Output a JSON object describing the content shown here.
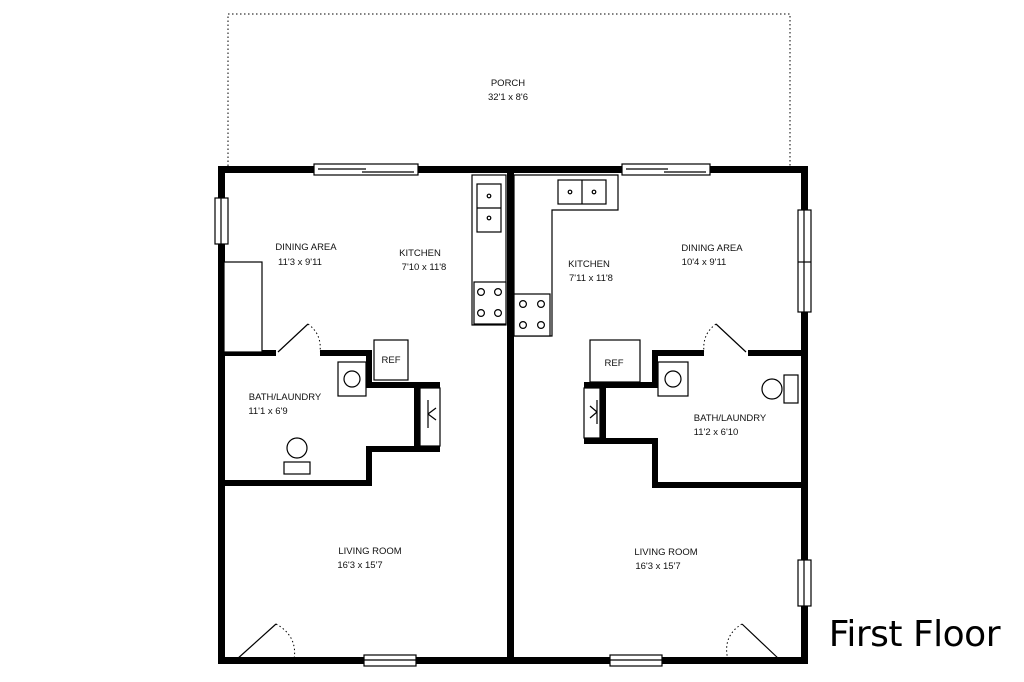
{
  "title": "First Floor",
  "porch": {
    "name": "PORCH",
    "size": "32'1 x 8'6"
  },
  "left_unit": {
    "dining": {
      "name": "DINING AREA",
      "size": "11'3 x 9'11"
    },
    "kitchen": {
      "name": "KITCHEN",
      "size": "7'10 x 11'8"
    },
    "bath": {
      "name": "BATH/LAUNDRY",
      "size": "11'1 x 6'9"
    },
    "living": {
      "name": "LIVING ROOM",
      "size": "16'3 x 15'7"
    },
    "ref": "REF"
  },
  "right_unit": {
    "dining": {
      "name": "DINING AREA",
      "size": "10'4 x 9'11"
    },
    "kitchen": {
      "name": "KITCHEN",
      "size": "7'11 x 11'8"
    },
    "bath": {
      "name": "BATH/LAUNDRY",
      "size": "11'2 x 6'10"
    },
    "living": {
      "name": "LIVING ROOM",
      "size": "16'3 x 15'7"
    },
    "ref": "REF"
  }
}
